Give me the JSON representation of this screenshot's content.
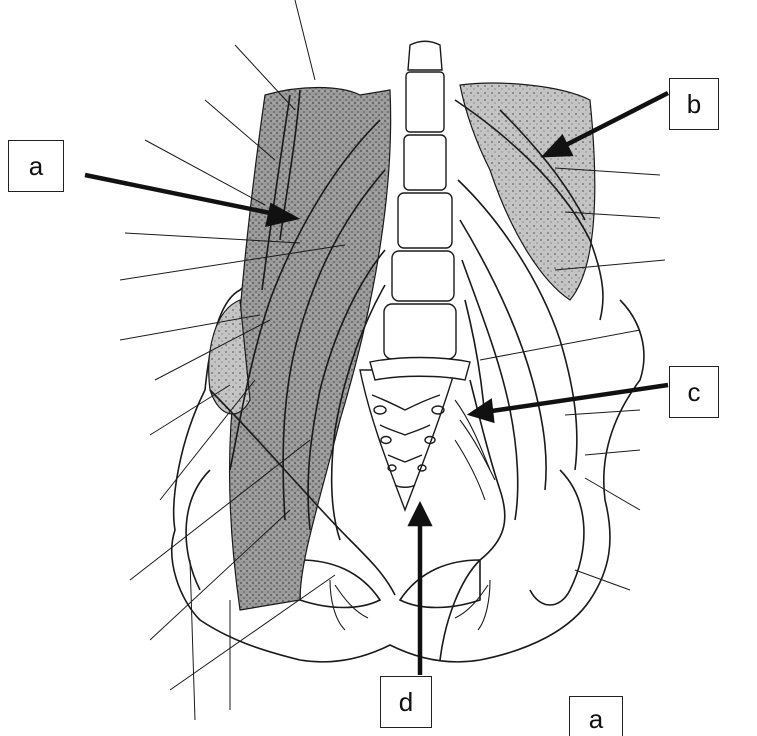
{
  "labels": {
    "a_left": "a",
    "b": "b",
    "c": "c",
    "d": "d",
    "a_bottom": "a"
  },
  "colors": {
    "ink": "#1a1a1a",
    "muscle_shade": "#8a8a8a",
    "background": "#ffffff"
  }
}
